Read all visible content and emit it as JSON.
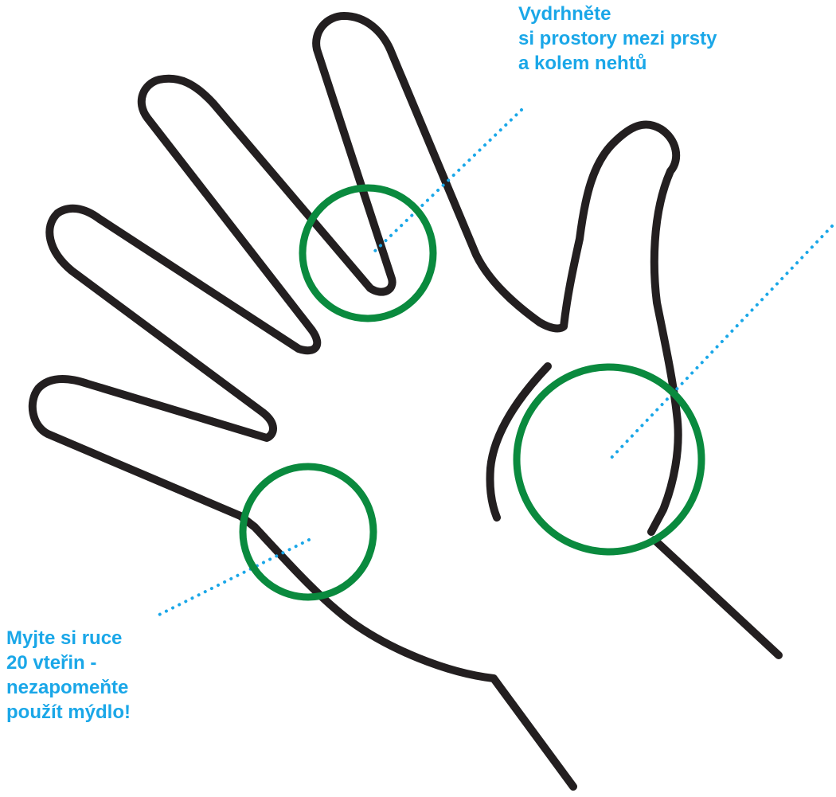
{
  "annotations": {
    "fingers": {
      "lines": [
        "Vydrhněte",
        "si prostory mezi prsty",
        "a kolem nehtů"
      ]
    },
    "wash": {
      "lines": [
        "Myjte si ruce",
        "20 vteřin -",
        "nezapomeňte",
        "použít mýdlo!"
      ]
    }
  },
  "colors": {
    "outline": "#231f20",
    "highlight": "#0a8a3e",
    "text": "#1aa7e8",
    "pointer": "#1aa7e8"
  },
  "icons": [
    "hand-outline-icon"
  ]
}
